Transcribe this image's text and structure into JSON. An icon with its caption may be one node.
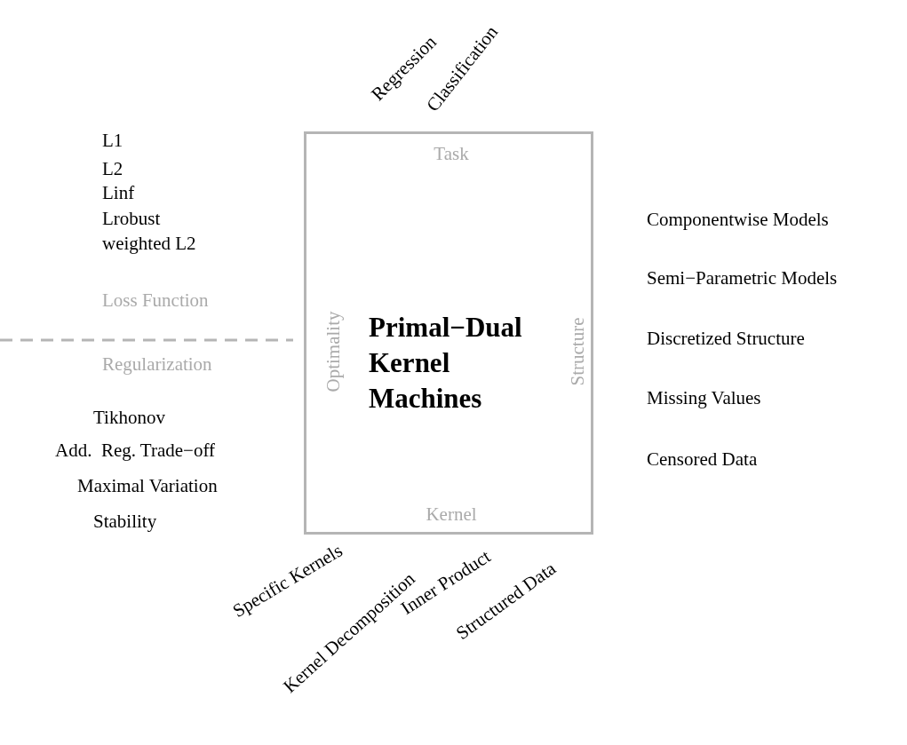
{
  "diagram": {
    "nodes": [
      {
        "text": [
          "Task",
          "Optimality",
          "Primal−Dual Kernel Machines",
          "Structure",
          "Kernel"
        ]
      }
    ],
    "labels": [
      "Regression",
      "Classification",
      "L1",
      "L2",
      "Linf",
      "Lrobust",
      "weighted L2",
      "Loss Function",
      "Regularization",
      "Tikhonov",
      "Add.  Reg. Trade−off",
      "Maximal Variation",
      "Stability",
      "Componentwise Models",
      "Semi−Parametric Models",
      "Discretized Structure",
      "Missing Values",
      "Censored Data",
      "Specific Kernels",
      "Kernel Decomposition",
      "Inner Product",
      "Structured Data"
    ]
  }
}
